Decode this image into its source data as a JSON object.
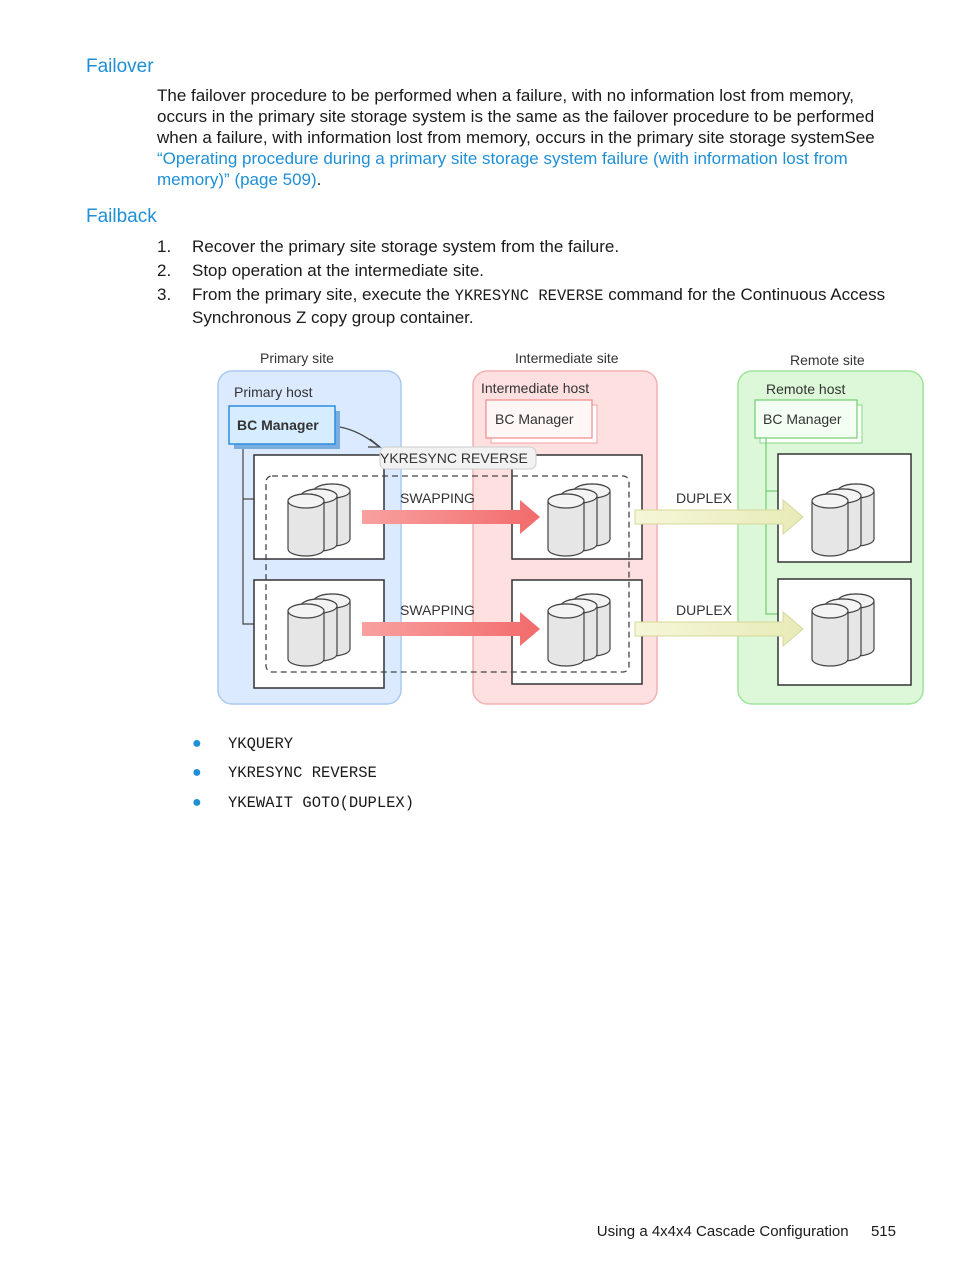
{
  "failover": {
    "heading": "Failover",
    "text": "The failover procedure to be performed when a failure, with no information lost from memory, occurs in the primary site storage system is the same as the failover procedure to be performed when a failure, with information lost from memory, occurs in the primary site storage systemSee ",
    "link": "“Operating procedure during a primary site storage system failure (with information lost from memory)” (page 509)",
    "after": "."
  },
  "failback": {
    "heading": "Failback",
    "steps": [
      {
        "num": "1.",
        "text": "Recover the primary site storage system from the failure."
      },
      {
        "num": "2.",
        "text": "Stop operation at the intermediate site."
      },
      {
        "num": "3.",
        "pre": "From the primary site, execute the ",
        "code": "YKRESYNC REVERSE",
        "post": " command for the Continuous Access Synchronous Z copy group container."
      }
    ]
  },
  "diagram": {
    "sites": {
      "primary": "Primary site",
      "intermediate": "Intermediate site",
      "remote": "Remote site"
    },
    "hosts": {
      "primary": "Primary host",
      "intermediate": "Intermediate host",
      "remote": "Remote host"
    },
    "manager_label": "BC Manager",
    "command_label": "YKRESYNC REVERSE",
    "arrow_labels": {
      "swap1": "SWAPPING",
      "swap2": "SWAPPING",
      "duplex1": "DUPLEX",
      "duplex2": "DUPLEX"
    },
    "colors": {
      "primary_bg": "#dbeaff",
      "primary_border": "#a9c9f0",
      "intermediate_bg": "#ffe0e0",
      "intermediate_border": "#f4b0b0",
      "remote_bg": "#dcf8d8",
      "remote_border": "#9fe39a",
      "swap_arrow": "#f47c7c",
      "duplex_arrow": "#eef0c2"
    }
  },
  "commands": [
    "YKQUERY",
    "YKRESYNC REVERSE",
    "YKEWAIT GOTO(DUPLEX)"
  ],
  "footer": {
    "title": "Using a 4x4x4 Cascade Configuration",
    "page": "515"
  }
}
